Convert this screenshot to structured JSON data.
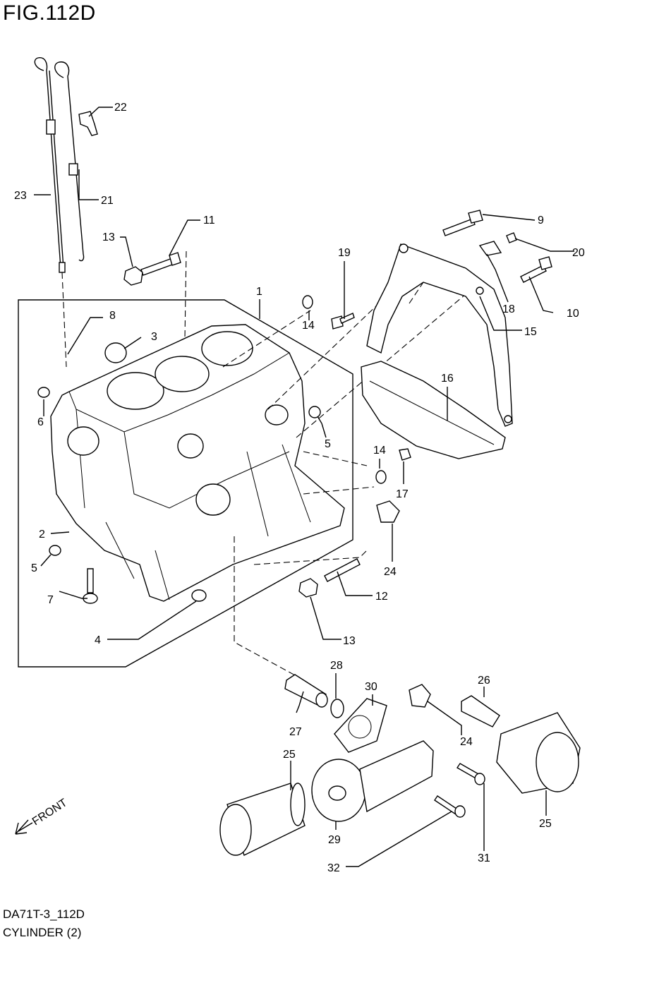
{
  "figure_title": "FIG.112D",
  "diagram_code": "DA71T-3_112D",
  "caption": "CYLINDER (2)",
  "direction_label": "FRONT",
  "callouts": [
    "1",
    "2",
    "3",
    "4",
    "5",
    "5",
    "6",
    "7",
    "8",
    "9",
    "10",
    "11",
    "12",
    "13",
    "13",
    "14",
    "14",
    "15",
    "16",
    "17",
    "18",
    "19",
    "20",
    "21",
    "22",
    "23",
    "24",
    "24",
    "25",
    "25",
    "26",
    "27",
    "28",
    "29",
    "30",
    "31",
    "32"
  ]
}
